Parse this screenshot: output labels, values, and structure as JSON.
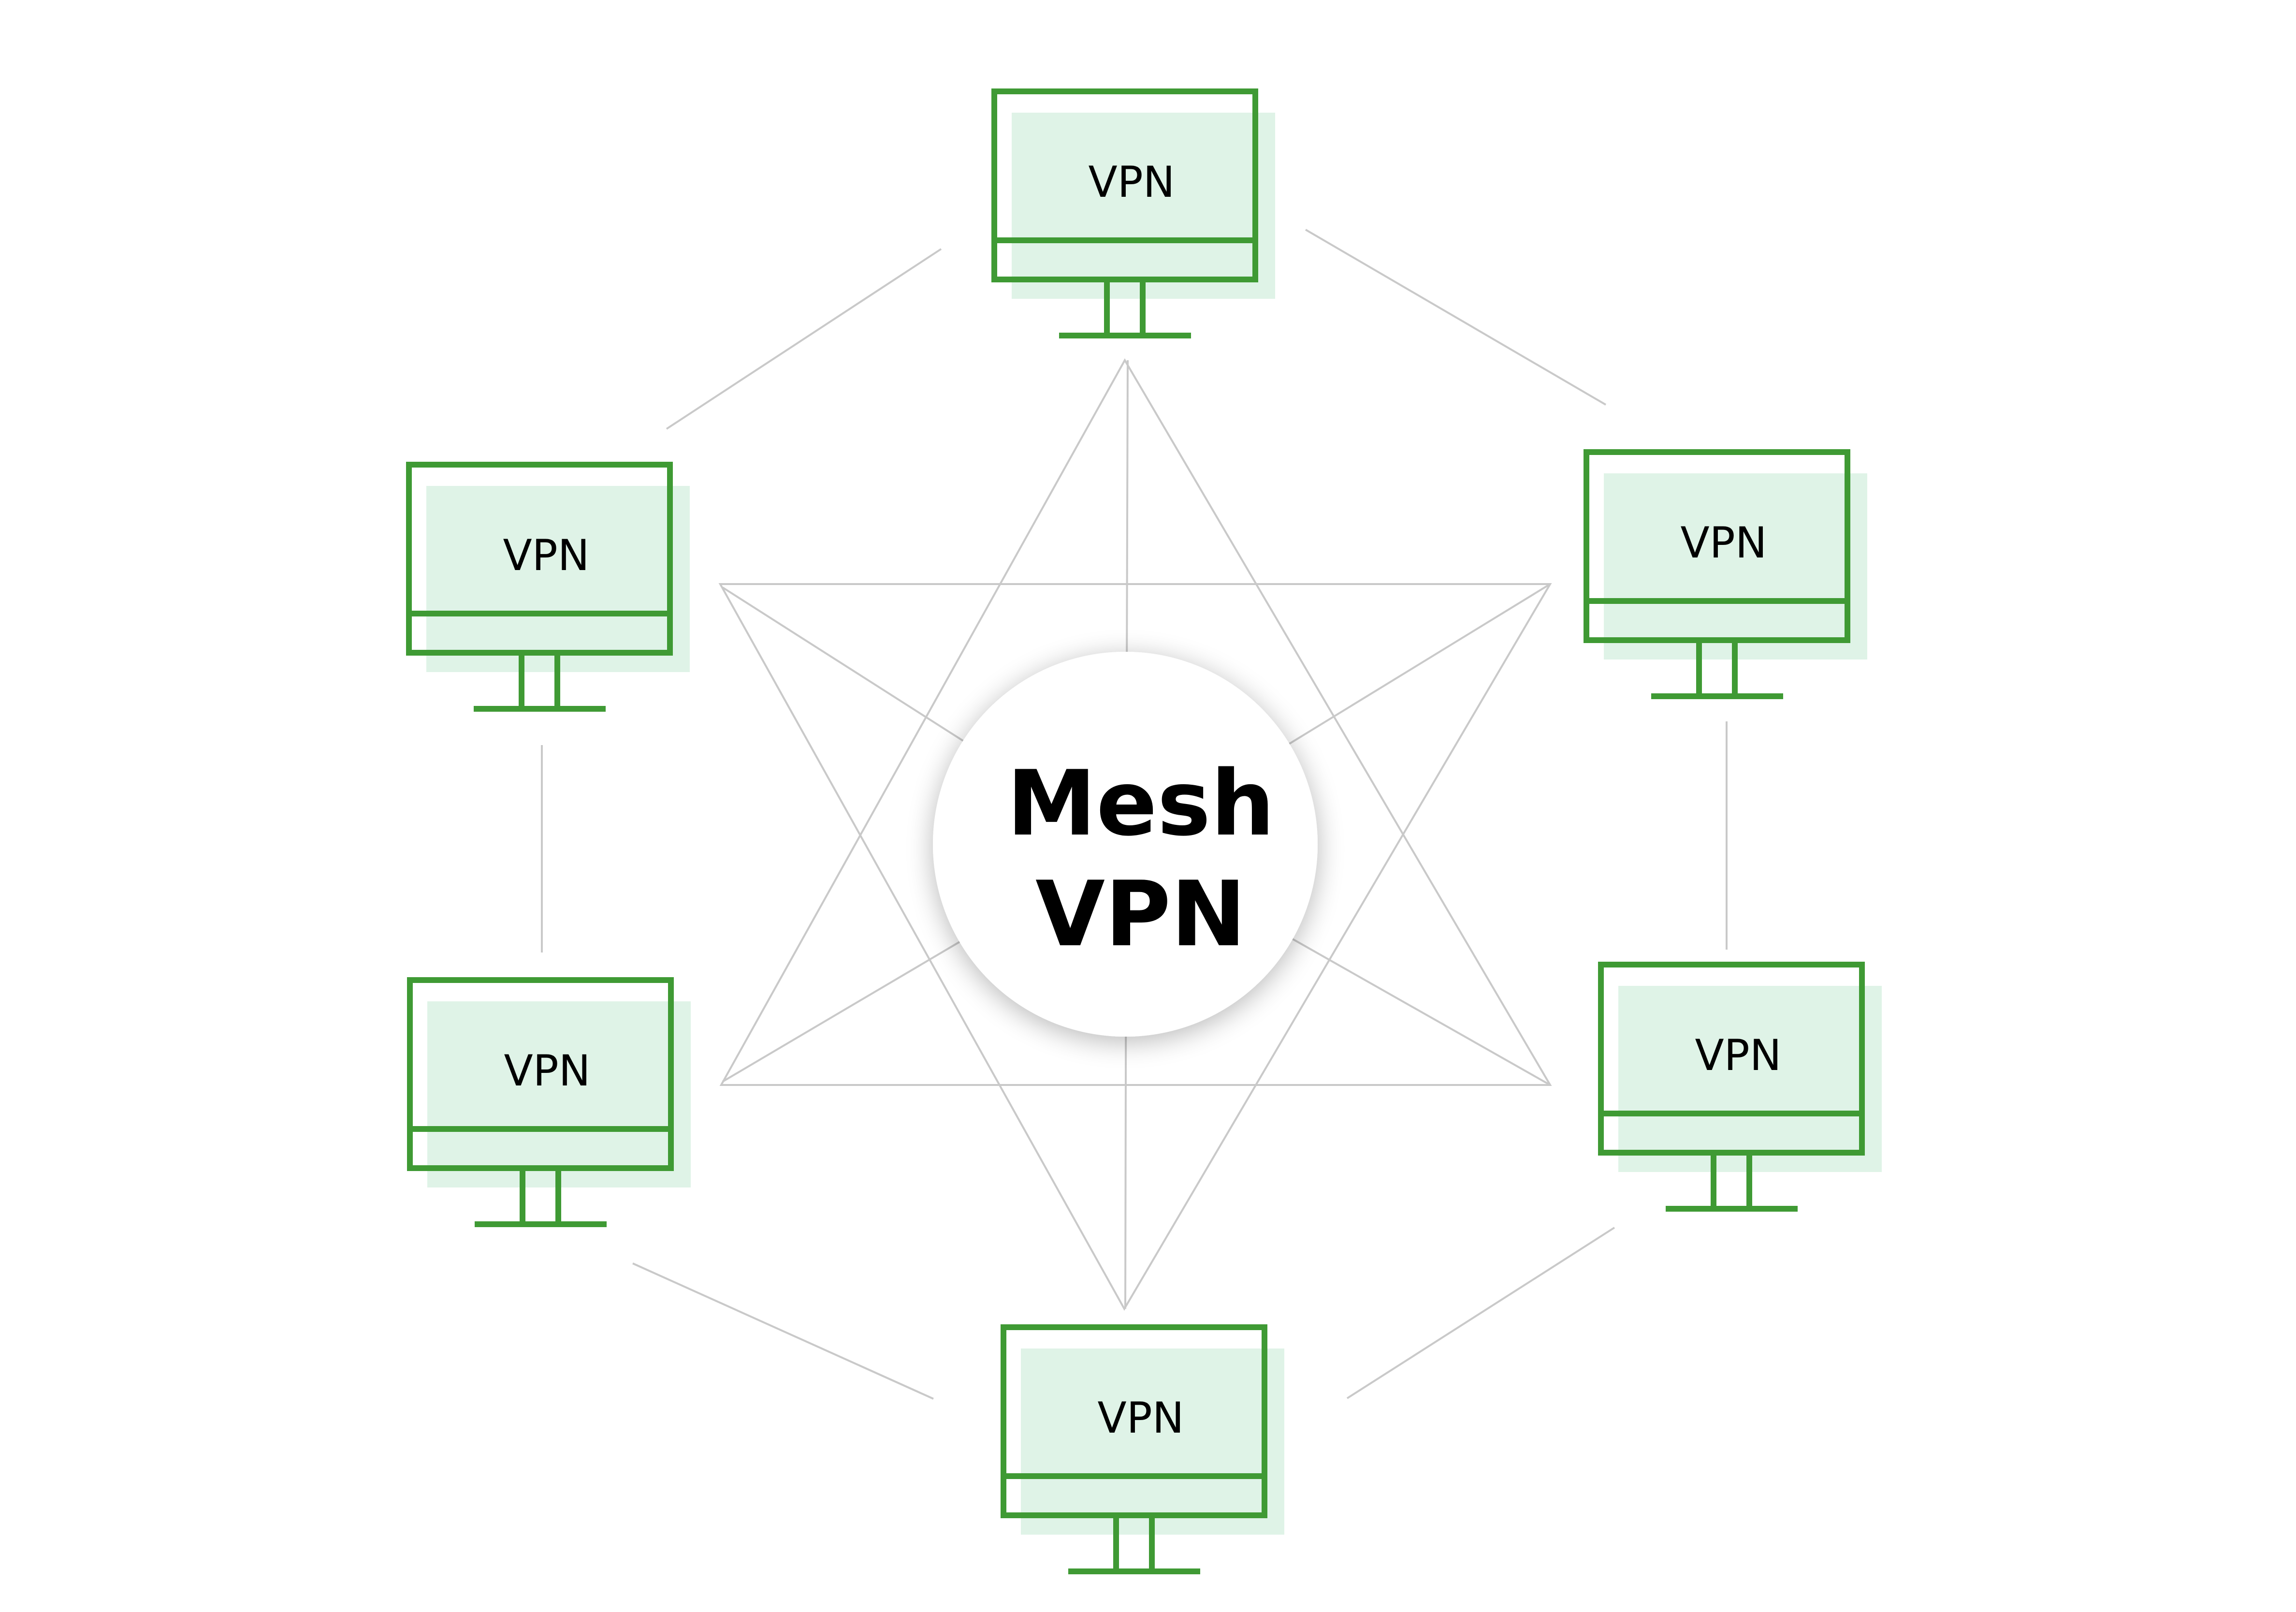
{
  "diagram": {
    "type": "mesh-network",
    "hub": {
      "label_line1": "Mesh",
      "label_line2": "VPN"
    },
    "nodes": [
      {
        "id": "top",
        "label": "VPN",
        "icon": "monitor-icon"
      },
      {
        "id": "top-right",
        "label": "VPN",
        "icon": "monitor-icon"
      },
      {
        "id": "bottom-right",
        "label": "VPN",
        "icon": "monitor-icon"
      },
      {
        "id": "bottom",
        "label": "VPN",
        "icon": "monitor-icon"
      },
      {
        "id": "bottom-left",
        "label": "VPN",
        "icon": "monitor-icon"
      },
      {
        "id": "top-left",
        "label": "VPN",
        "icon": "monitor-icon"
      }
    ],
    "ring_links": [
      [
        "top",
        "top-right"
      ],
      [
        "top-right",
        "bottom-right"
      ],
      [
        "bottom-right",
        "bottom"
      ],
      [
        "bottom",
        "bottom-left"
      ],
      [
        "bottom-left",
        "top-left"
      ],
      [
        "top-left",
        "top"
      ]
    ],
    "colors": {
      "monitor_stroke": "#3f9a34",
      "monitor_fill": "#dff3e7",
      "link": "#c9c9c9",
      "text": "#000000",
      "background": "#ffffff"
    }
  }
}
